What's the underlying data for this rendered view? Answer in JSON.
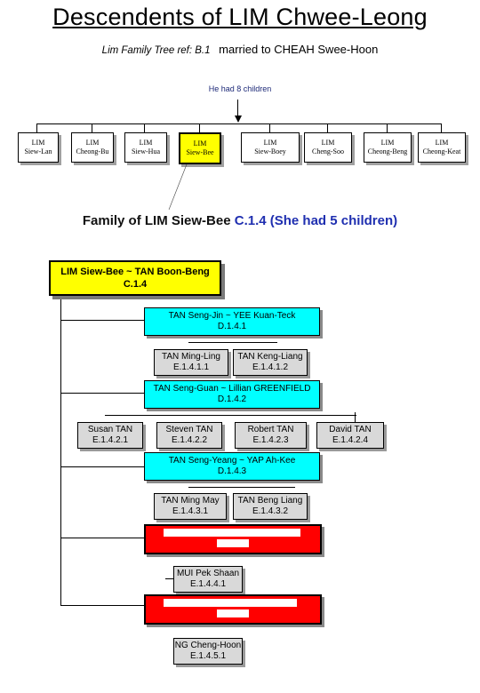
{
  "header": {
    "title": "Descendents of LIM Chwee-Leong",
    "ref_label": "Lim Family Tree ref: B.1",
    "married_text": "married to CHEAH Swee-Hoon",
    "children_count": "He had 8 children"
  },
  "children": [
    {
      "line1": "LIM",
      "line2": "Siew-Lan"
    },
    {
      "line1": "LIM",
      "line2": "Cheong-Bu"
    },
    {
      "line1": "LIM",
      "line2": "Siew-Hua"
    },
    {
      "line1": "LIM",
      "line2": "Siew-Bee"
    },
    {
      "line1": "LIM",
      "line2": "Siew-Boey"
    },
    {
      "line1": "LIM",
      "line2": "Cheng-Soo"
    },
    {
      "line1": "LIM",
      "line2": "Cheong-Beng"
    },
    {
      "line1": "LIM",
      "line2": "Cheong-Keat"
    }
  ],
  "family": {
    "title_prefix": "Family of LIM Siew-Bee",
    "title_ref": "C.1.4 (She had 5 children)",
    "root": {
      "name": "LIM Siew-Bee ~ TAN Boon-Beng",
      "ref": "C.1.4"
    },
    "d1": {
      "name": "TAN Seng-Jin ~ YEE Kuan-Teck",
      "ref": "D.1.4.1"
    },
    "d1_children": [
      {
        "name": "TAN Ming-Ling",
        "ref": "E.1.4.1.1"
      },
      {
        "name": "TAN Keng-Liang",
        "ref": "E.1.4.1.2"
      }
    ],
    "d2": {
      "name": "TAN Seng-Guan ~ Lillian GREENFIELD",
      "ref": "D.1.4.2"
    },
    "d2_children": [
      {
        "name": "Susan TAN",
        "ref": "E.1.4.2.1"
      },
      {
        "name": "Steven TAN",
        "ref": "E.1.4.2.2"
      },
      {
        "name": "Robert TAN",
        "ref": "E.1.4.2.3"
      },
      {
        "name": "David TAN",
        "ref": "E.1.4.2.4"
      }
    ],
    "d3": {
      "name": "TAN Seng-Yeang ~ YAP Ah-Kee",
      "ref": "D.1.4.3"
    },
    "d3_children": [
      {
        "name": "TAN Ming May",
        "ref": "E.1.4.3.1"
      },
      {
        "name": "TAN Beng Liang",
        "ref": "E.1.4.3.2"
      }
    ],
    "d4_children": [
      {
        "name": "MUI Pek Shaan",
        "ref": "E.1.4.4.1"
      }
    ],
    "d5_children": [
      {
        "name": "NG Cheng-Hoon",
        "ref": "E.1.4.5.1"
      }
    ]
  }
}
